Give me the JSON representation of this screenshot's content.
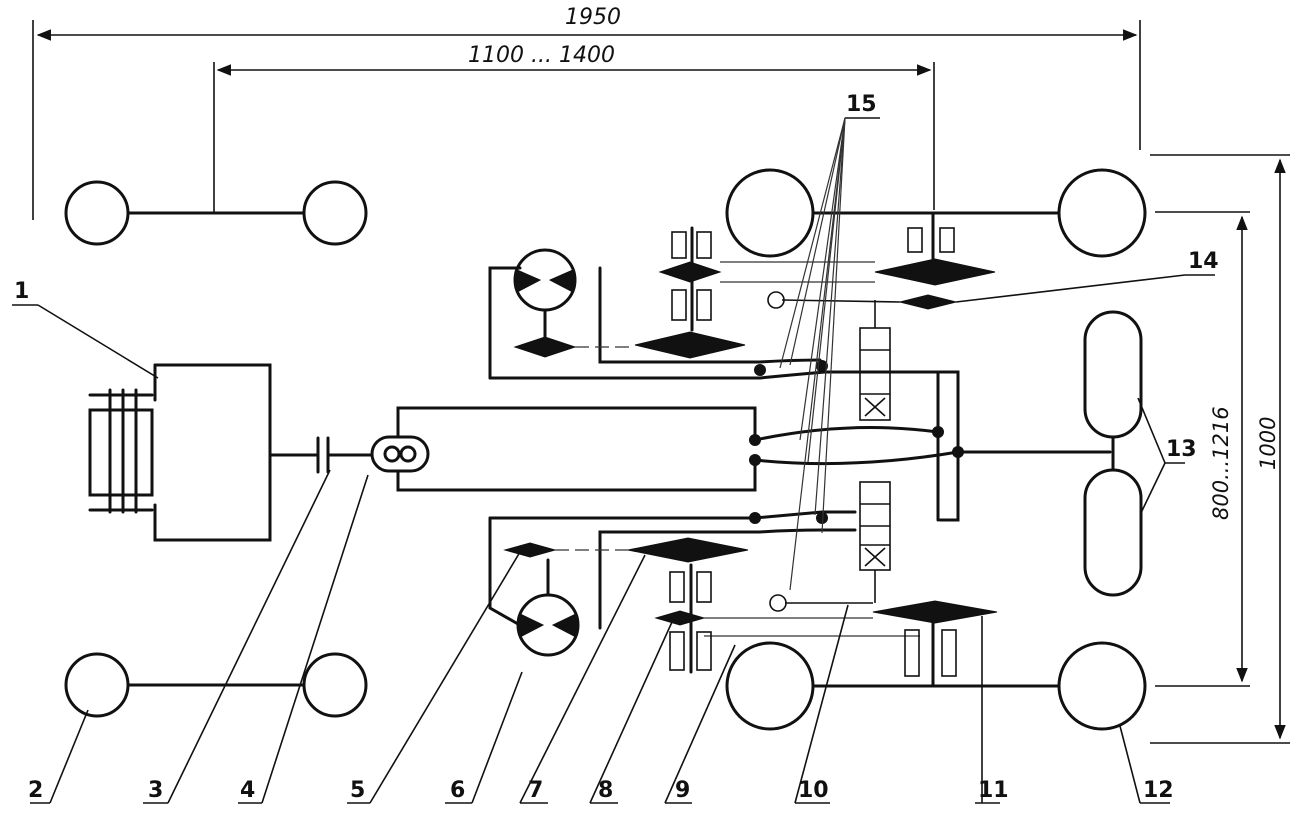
{
  "dimensions": {
    "overall_length": "1950",
    "wheelbase_range": "1100 ... 1400",
    "overall_width": "1000",
    "track_range": "800...1216"
  },
  "callouts": [
    "1",
    "2",
    "3",
    "4",
    "5",
    "6",
    "7",
    "8",
    "9",
    "10",
    "11",
    "12",
    "13",
    "14",
    "15"
  ]
}
